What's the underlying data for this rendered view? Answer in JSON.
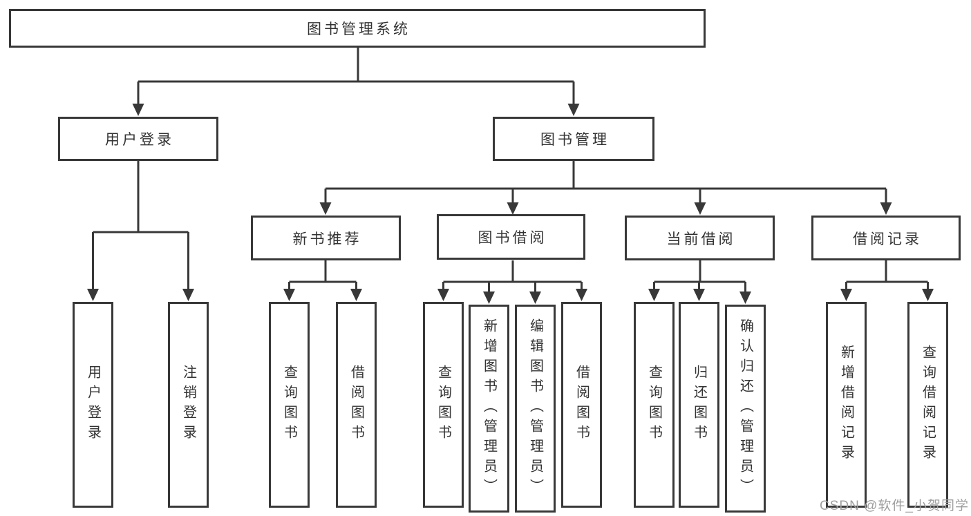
{
  "tree": {
    "label": "图书管理系统",
    "children": [
      {
        "label": "用户登录",
        "children": [
          {
            "label": "用户登录"
          },
          {
            "label": "注销登录"
          }
        ]
      },
      {
        "label": "图书管理",
        "children": [
          {
            "label": "新书推荐",
            "children": [
              {
                "label": "查询图书"
              },
              {
                "label": "借阅图书"
              }
            ]
          },
          {
            "label": "图书借阅",
            "children": [
              {
                "label": "查询图书"
              },
              {
                "label": "新增图书（管理员）"
              },
              {
                "label": "编辑图书（管理员）"
              },
              {
                "label": "借阅图书"
              }
            ]
          },
          {
            "label": "当前借阅",
            "children": [
              {
                "label": "查询图书"
              },
              {
                "label": "归还图书"
              },
              {
                "label": "确认归还（管理员）"
              }
            ]
          },
          {
            "label": "借阅记录",
            "children": [
              {
                "label": "新增借阅记录"
              },
              {
                "label": "查询借阅记录"
              }
            ]
          }
        ]
      }
    ]
  },
  "watermark": {
    "text": "CSDN @软件_小贺同学"
  },
  "colors": {
    "line": "#383838",
    "text": "#333333",
    "box-bg": "#ffffff",
    "watermark-color": "#9f9f9f",
    "background": "#ffffff"
  }
}
